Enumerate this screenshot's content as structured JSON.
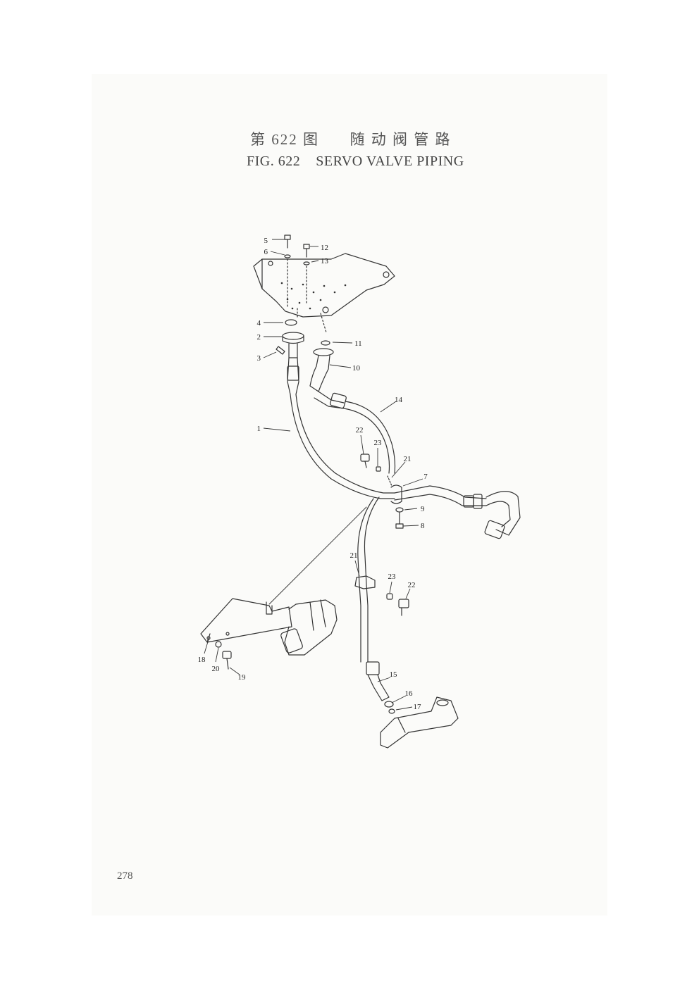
{
  "figure": {
    "number_cn": "第 622 图",
    "title_cn": "随 动 阀 管 路",
    "number_en": "FIG. 622",
    "title_en": "SERVO VALVE PIPING"
  },
  "page_number": "278",
  "callouts": [
    "5",
    "6",
    "12",
    "13",
    "4",
    "2",
    "3",
    "11",
    "10",
    "14",
    "1",
    "22",
    "23",
    "21",
    "7",
    "9",
    "8",
    "21",
    "23",
    "22",
    "18",
    "20",
    "19",
    "15",
    "16",
    "17"
  ]
}
